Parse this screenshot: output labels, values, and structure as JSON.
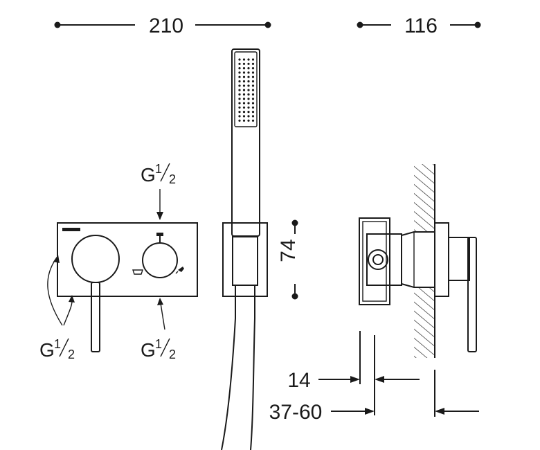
{
  "dimensions": {
    "total_width": "210",
    "depth": "116",
    "holder_height": "74",
    "min_depth": "14",
    "install_range": "37-60"
  },
  "threads": {
    "top_outlet": "G",
    "bottom_outlet": "G",
    "supply_inlets": "G",
    "fraction_num": "1",
    "fraction_den": "2"
  },
  "icons": [
    "shower-icon",
    "bathtub-icon",
    "wall-hatch-icon"
  ]
}
